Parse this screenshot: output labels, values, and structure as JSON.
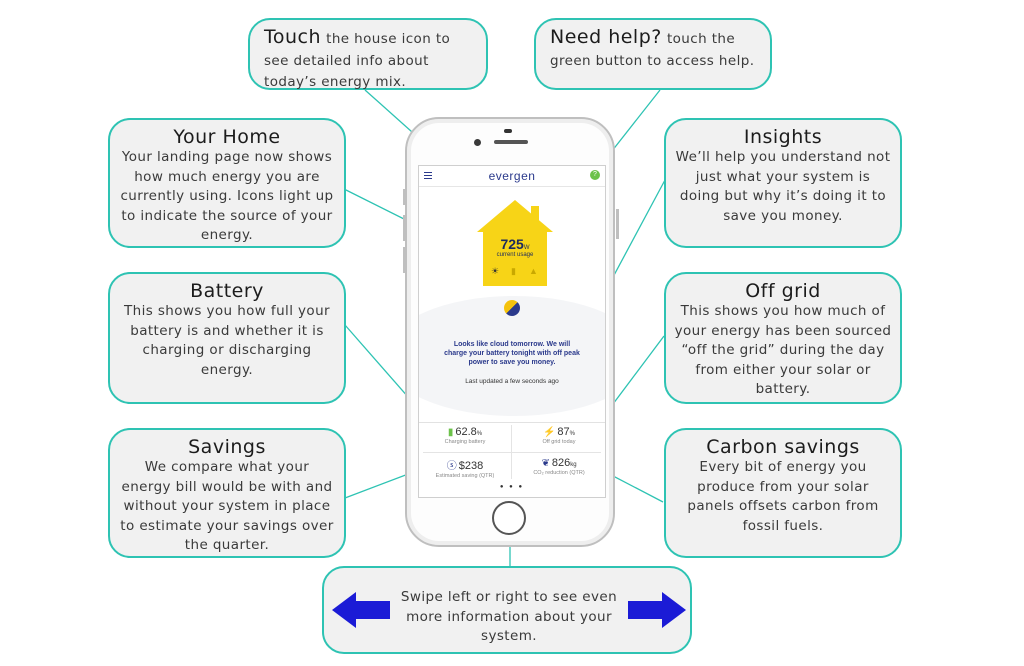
{
  "callouts": {
    "touch": {
      "title": "Touch",
      "body": "the house icon to see detailed info about today’s energy mix."
    },
    "help": {
      "title": "Need help?",
      "body": "touch the green button to access help."
    },
    "home": {
      "title": "Your Home",
      "body": "Your landing page now shows how much energy you are currently using. Icons light up to indicate the source of your energy."
    },
    "insights": {
      "title": "Insights",
      "body": "We’ll help you understand not just what your system is doing but why it’s doing it to save you money."
    },
    "battery": {
      "title": "Battery",
      "body": "This shows you how full your battery is and whether it is charging or discharging energy."
    },
    "offgrid": {
      "title": "Off grid",
      "body": "This shows you how much of your energy has been sourced “off the grid” during the day from either your solar or battery."
    },
    "savings": {
      "title": "Savings",
      "body": "We compare what your energy bill would be with and without your system in place to estimate your savings over the quarter."
    },
    "carbon": {
      "title": "Carbon savings",
      "body": "Every bit of energy you produce from your solar panels offsets carbon from fossil fuels."
    },
    "swipe": {
      "body": "Swipe left or right to see even more information about your system."
    }
  },
  "app": {
    "logo": "evergen",
    "help_glyph": "?",
    "usage_value": "725",
    "usage_unit": "W",
    "usage_label": "current usage",
    "message": "Looks like cloud tomorrow. We will charge your battery tonight with off peak power to save you money.",
    "updated": "Last updated a few seconds ago",
    "tiles": {
      "battery": {
        "value": "62.8",
        "unit": "%",
        "caption": "Charging battery"
      },
      "offgrid": {
        "value": "87",
        "unit": "%",
        "caption": "Off grid today"
      },
      "savings": {
        "value": "$238",
        "caption": "Estimated saving (QTR)"
      },
      "carbon": {
        "value": "826",
        "unit": "kg",
        "caption": "CO₂ reduction (QTR)"
      }
    },
    "page_dots": "● ● ●"
  },
  "colors": {
    "accent": "#2ec3b3",
    "house": "#f7d417",
    "brand": "#2b3a8c",
    "arrow": "#1b1bd6"
  },
  "icons": [
    "menu-icon",
    "help-icon",
    "house-icon",
    "sun-icon",
    "battery-icon",
    "grid-icon",
    "weather-icon",
    "lightning-icon",
    "dollar-icon",
    "leaf-icon",
    "left-arrow-icon",
    "right-arrow-icon"
  ]
}
